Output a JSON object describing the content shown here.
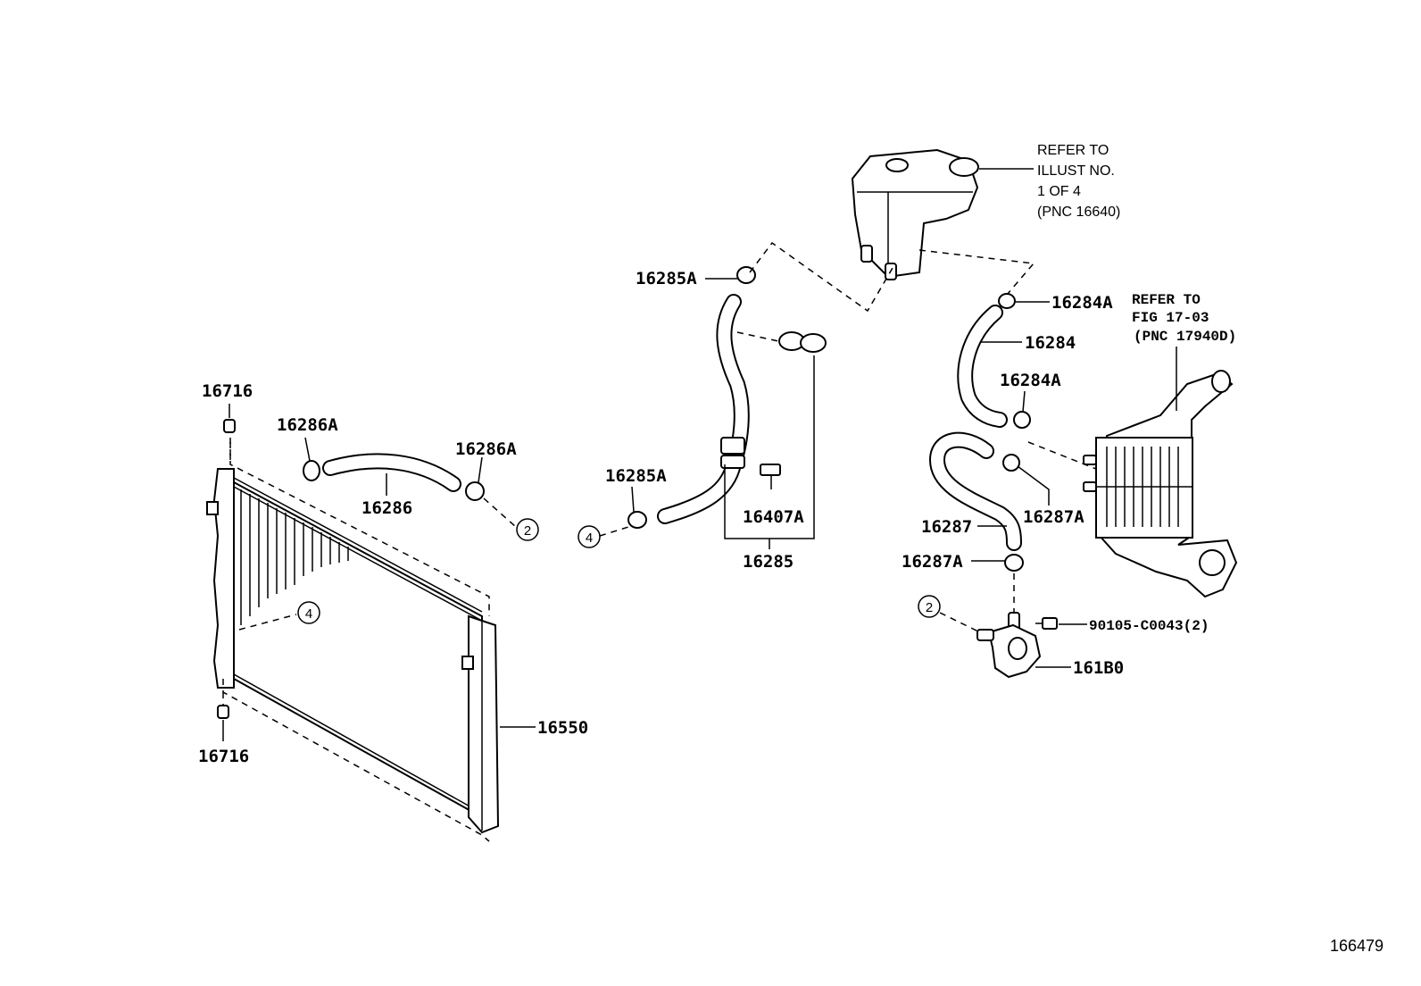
{
  "diagram": {
    "illustration_number": "166479",
    "refer_notes": {
      "reservoir": [
        "REFER TO",
        "ILLUST NO.",
        "1 OF 4",
        "(PNC 16640)"
      ],
      "intercooler": [
        "REFER TO",
        "FIG 17-03",
        "(PNC 17940D)"
      ]
    },
    "callouts": {
      "p16716_top": "16716",
      "p16716_bottom": "16716",
      "p16286A_left": "16286A",
      "p16286A_right": "16286A",
      "p16286": "16286",
      "p16550": "16550",
      "p16285A_top": "16285A",
      "p16285A_bottom": "16285A",
      "p16407A": "16407A",
      "p16285": "16285",
      "p16284A_top": "16284A",
      "p16284": "16284",
      "p16284A_mid": "16284A",
      "p16287": "16287",
      "p16287A_right": "16287A",
      "p16287A_left": "16287A",
      "p90105": "90105-C0043(2)",
      "p161B0": "161B0"
    },
    "circle_refs": {
      "ref2_a": "2",
      "ref2_b": "2",
      "ref4_a": "4",
      "ref4_b": "4"
    }
  }
}
